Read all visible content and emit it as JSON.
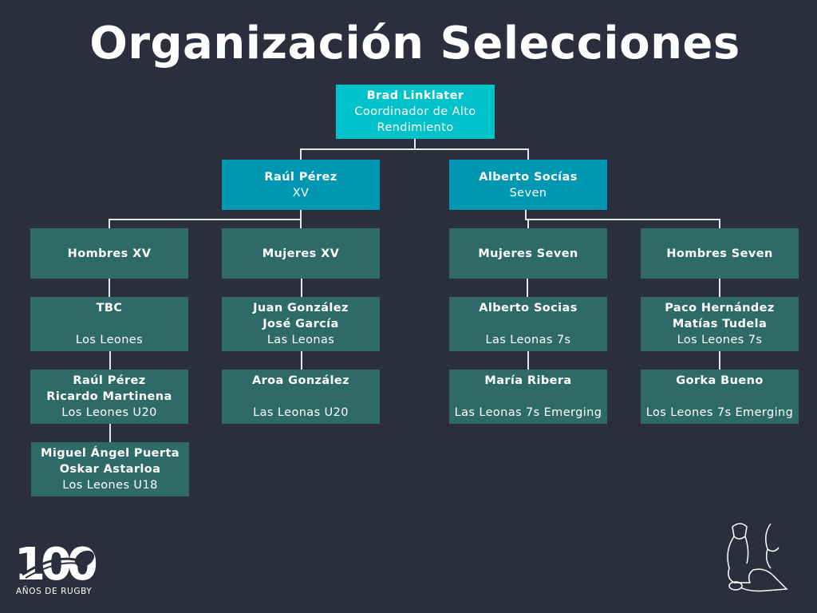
{
  "title": "Organización Selecciones",
  "nodes": {
    "coordinator": [
      "Brad Linklater",
      "Coordinador de Alto",
      "Rendimiento"
    ],
    "xv": [
      "Raúl Pérez",
      "XV"
    ],
    "seven": [
      "Alberto Socías",
      "Seven"
    ],
    "hombres_xv": [
      "Hombres XV"
    ],
    "mujeres_xv": [
      "Mujeres XV"
    ],
    "mujeres_seven": [
      "Mujeres Seven"
    ],
    "hombres_seven": [
      "Hombres Seven"
    ],
    "los_leones": [
      "TBC",
      "",
      "Los Leones"
    ],
    "los_leones_u20": [
      "Raúl Pérez",
      "Ricardo Martinena",
      "Los Leones U20"
    ],
    "los_leones_u18": [
      "Miguel Ángel Puerta",
      "Oskar Astarloa",
      "Los Leones U18"
    ],
    "las_leonas": [
      "Juan González",
      "José García",
      "Las Leonas"
    ],
    "las_leonas_u20": [
      "Aroa González",
      "",
      "Las Leonas U20"
    ],
    "las_leonas_7s": [
      "Alberto Socias",
      "",
      "Las Leonas 7s"
    ],
    "las_leonas_7s_emerging": [
      "María Ribera",
      "",
      "Las Leonas 7s Emerging"
    ],
    "los_leones_7s": [
      "Paco Hernández",
      "Matías Tudela",
      "Los Leones 7s"
    ],
    "los_leones_7s_emerging": [
      "Gorka Bueno",
      "",
      "Los Leones 7s Emerging"
    ]
  },
  "footer": {
    "logo_number": "100",
    "logo_caption": "AÑOS DE RUGBY"
  },
  "colors": {
    "background": "#2b2e3d",
    "coordinator": "#00c2cb",
    "branch": "#0097b2",
    "team": "#2e6a68",
    "connector": "#e8e8e8"
  }
}
